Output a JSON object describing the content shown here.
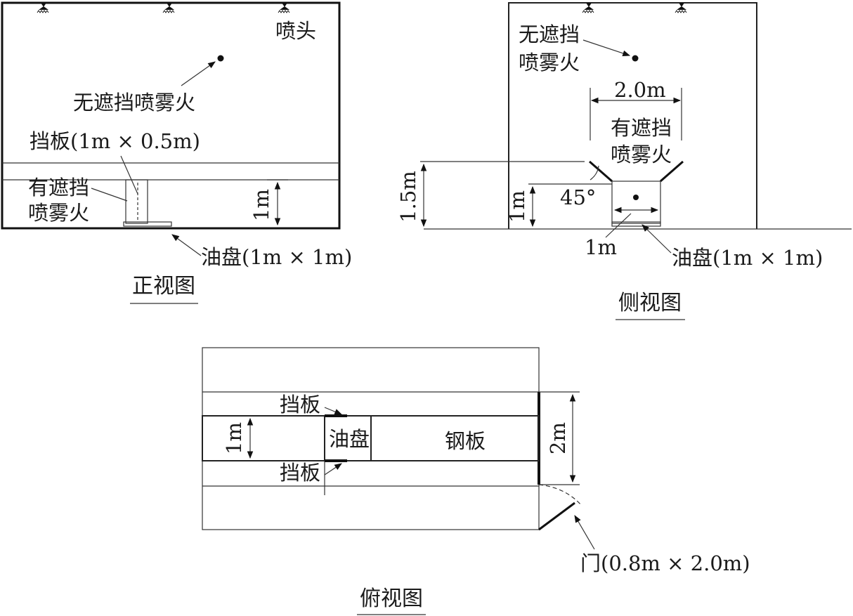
{
  "front_view": {
    "caption": "正视图",
    "nozzle_label": "喷头",
    "unshielded_label": "无遮挡喷雾火",
    "baffle_label": "挡板(1m × 0.5m)",
    "shielded_label_line1": "有遮挡",
    "shielded_label_line2": "喷雾火",
    "height_label": "1m",
    "oil_pan_label": "油盘(1m × 1m)"
  },
  "side_view": {
    "caption": "侧视图",
    "unshielded_label_line1": "无遮挡",
    "unshielded_label_line2": "喷雾火",
    "width_label": "2.0m",
    "shielded_label_line1": "有遮挡",
    "shielded_label_line2": "喷雾火",
    "height_total_label": "1.5m",
    "height_label": "1m",
    "angle_label": "45°",
    "pan_width_label": "1m",
    "oil_pan_label": "油盘(1m × 1m)"
  },
  "top_view": {
    "caption": "俯视图",
    "baffle_label_upper": "挡板",
    "baffle_label_lower": "挡板",
    "oil_pan_label": "油盘",
    "steel_plate_label": "钢板",
    "width_label": "1m",
    "depth_label": "2m",
    "door_label": "门(0.8m × 2.0m)"
  }
}
